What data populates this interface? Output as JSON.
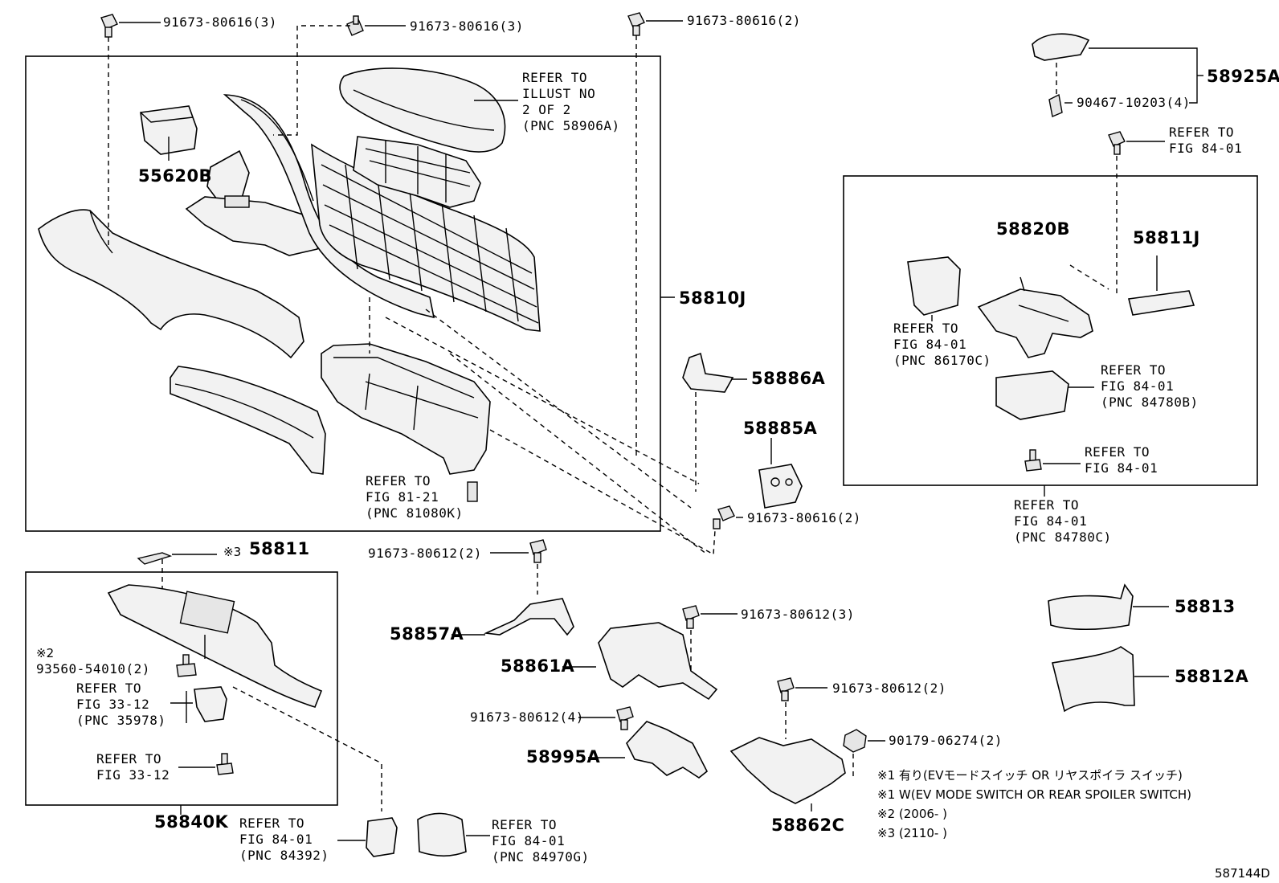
{
  "diagram_id": "587144D",
  "callouts": {
    "bolt_top_left": "91673-80616(3)",
    "bolt_top_mid": "91673-80616(3)",
    "bolt_top_right": "91673-80616(2)",
    "bolt_mid_right": "91673-80616(2)",
    "armrest_ref": [
      "REFER TO",
      "ILLUST NO",
      "2 OF 2",
      "(PNC 58906A)"
    ],
    "p55620B": "55620B",
    "p58810J": "58810J",
    "p58886A": "58886A",
    "p58885A": "58885A",
    "fig8121_ref": [
      "REFER TO",
      "FIG 81-21",
      "(PNC 81080K)"
    ],
    "p58925A": "58925A",
    "clip_90467": "90467-10203(4)",
    "fig8401_top": [
      "REFER TO",
      "FIG 84-01"
    ],
    "p58820B": "58820B",
    "p58811J": "58811J",
    "pnc86170C": [
      "REFER TO",
      "FIG 84-01",
      "(PNC 86170C)"
    ],
    "pnc84780B": [
      "REFER TO",
      "FIG 84-01",
      "(PNC 84780B)"
    ],
    "fig8401_screw": [
      "REFER TO",
      "FIG 84-01"
    ],
    "pnc84780C": [
      "REFER TO",
      "FIG 84-01",
      "(PNC 84780C)"
    ],
    "p58811": "58811",
    "mark3": "※3",
    "mark2": "※2",
    "screw_93560": "93560-54010(2)",
    "pnc35978": [
      "REFER TO",
      "FIG 33-12",
      "(PNC 35978)"
    ],
    "fig3312": [
      "REFER TO",
      "FIG 33-12"
    ],
    "p58840K": "58840K",
    "pnc84392": [
      "REFER TO",
      "FIG 84-01",
      "(PNC 84392)"
    ],
    "pnc84970G": [
      "REFER TO",
      "FIG 84-01",
      "(PNC 84970G)"
    ],
    "bolt_58857": "91673-80612(2)",
    "p58857A": "58857A",
    "bolt_58861": "91673-80612(3)",
    "p58861A": "58861A",
    "bolt_58995": "91673-80612(4)",
    "p58995A": "58995A",
    "bolt_58862": "91673-80612(2)",
    "nut_90179": "90179-06274(2)",
    "p58862C": "58862C",
    "p58813": "58813",
    "p58812A": "58812A"
  },
  "notes": [
    "※1  有り(EVモードスイッチ  OR  リヤスポイラ  スイッチ)",
    "※1  W(EV MODE SWITCH OR REAR SPOILER SWITCH)",
    "※2 (2006-       )",
    "※3 (2110-       )"
  ]
}
